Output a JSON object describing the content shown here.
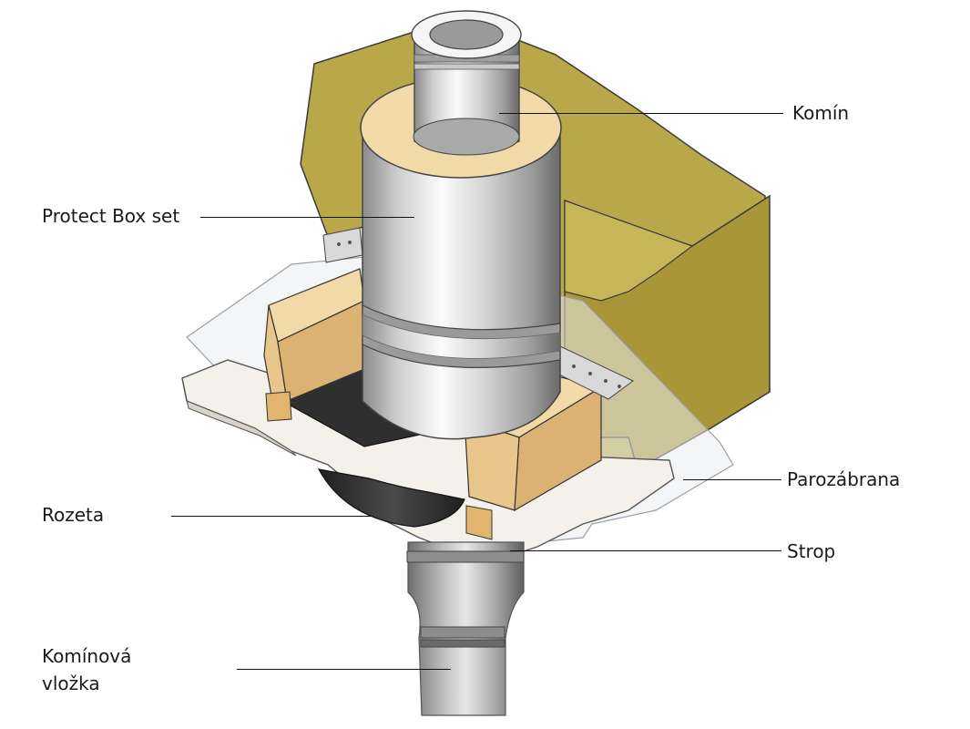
{
  "labels": {
    "komin": "Komín",
    "protect_box_set": "Protect Box set",
    "parozabrana": "Parozábrana",
    "rozeta": "Rozeta",
    "strop": "Strop",
    "kominova_vlozka_line1": "Komínová",
    "kominova_vlozka_line2": "vložka"
  },
  "colors": {
    "insulation": "#b9a84a",
    "insulation_dark": "#8c7c2e",
    "wood": "#e8c58a",
    "wood_dark": "#c89a58",
    "steel_light": "#f2f2f2",
    "steel_mid": "#b4b4b4",
    "steel_dark": "#6f6f6f",
    "rozeta": "#2a2a2a",
    "ceiling_board": "#f4f1ea",
    "vapor_barrier": "#e9ecef",
    "box_top": "#f1d9a8"
  }
}
